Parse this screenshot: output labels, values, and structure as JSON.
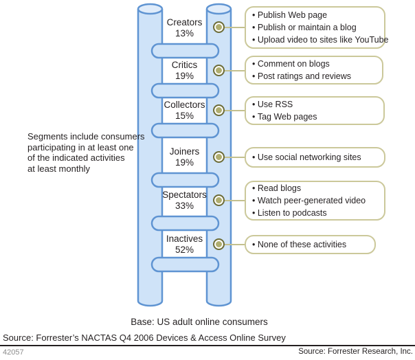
{
  "note_left": "Segments include consumers\nparticipating in at least one\nof the indicated activities\nat least monthly",
  "segments": [
    {
      "name": "Creators",
      "pct": "13%",
      "activities": [
        "Publish Web page",
        "Publish or maintain a blog",
        "Upload video to sites like YouTube"
      ]
    },
    {
      "name": "Critics",
      "pct": "19%",
      "activities": [
        "Comment on blogs",
        "Post ratings and reviews"
      ]
    },
    {
      "name": "Collectors",
      "pct": "15%",
      "activities": [
        "Use RSS",
        "Tag Web pages"
      ]
    },
    {
      "name": "Joiners",
      "pct": "19%",
      "activities": [
        "Use social networking sites"
      ]
    },
    {
      "name": "Spectators",
      "pct": "33%",
      "activities": [
        "Read blogs",
        "Watch peer-generated video",
        "Listen to podcasts"
      ]
    },
    {
      "name": "Inactives",
      "pct": "52%",
      "activities": [
        "None of these activities"
      ]
    }
  ],
  "base_note": "Base: US adult online consumers",
  "source_note": "Source: Forrester’s NACTAS Q4 2006 Devices & Access Online Survey",
  "footer": {
    "figure_number": "42057",
    "source": "Source: Forrester Research, Inc."
  },
  "colors": {
    "ladder_fill": "#cfe3f8",
    "ladder_stroke": "#5f94d2",
    "ladder_cap_fill": "#e0ecfa",
    "callout_border": "#cbc89a",
    "connector": "#c3c08e",
    "dot_fill": "#b0ae70",
    "dot_ring": "#6d6d39",
    "text": "#231f20",
    "footer_gray": "#8c8c8c"
  }
}
